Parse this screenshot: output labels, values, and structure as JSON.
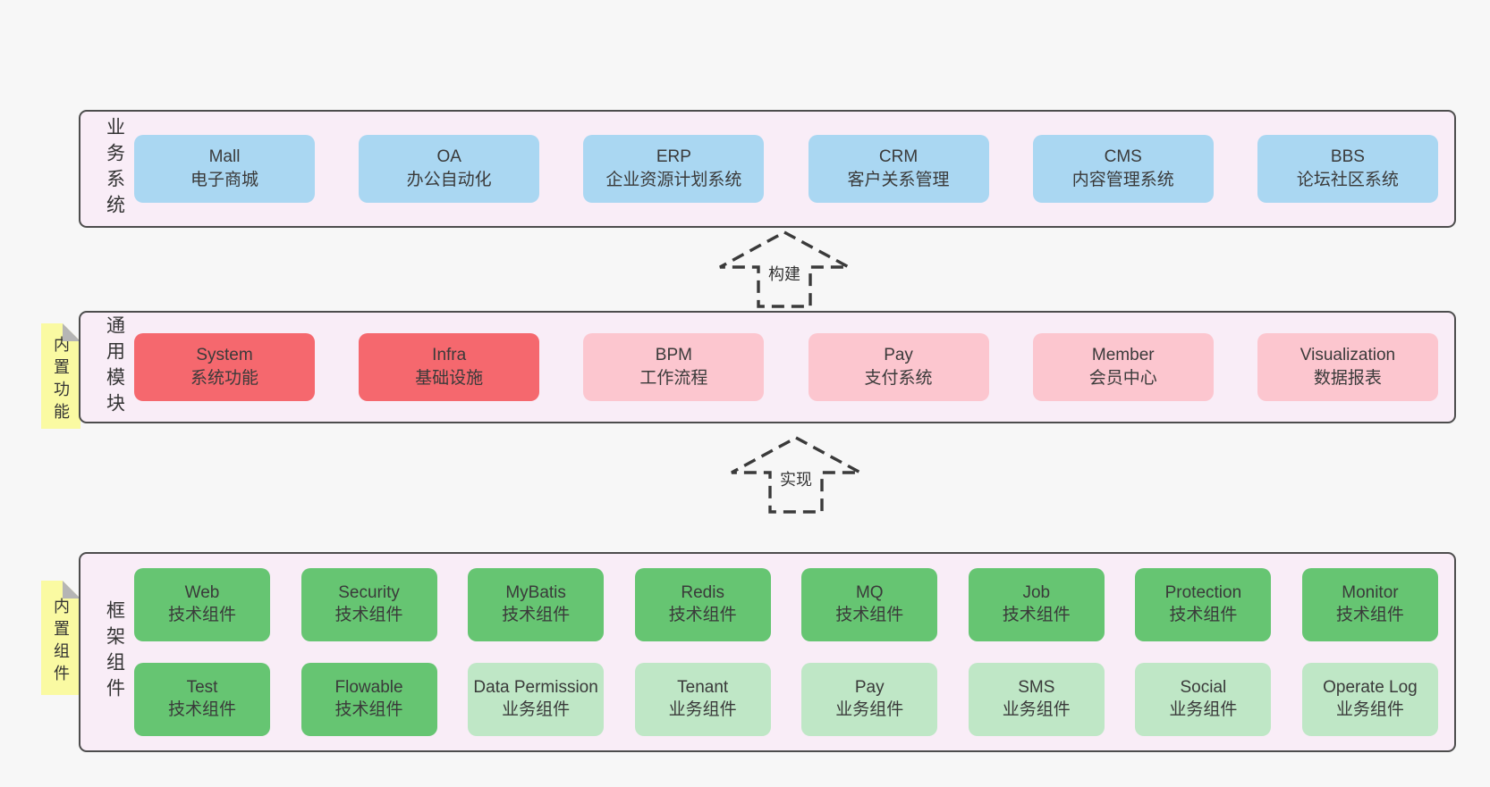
{
  "colors": {
    "page_bg": "#f7f7f7",
    "panel_bg": "#f9edf7",
    "panel_border": "#4d4d4d",
    "box_blue": "#aad7f2",
    "box_red": "#f5686e",
    "box_pink": "#fcc6cf",
    "box_green": "#66c572",
    "box_light_green": "#bfe7c6",
    "sticky_yellow": "#fafaa2",
    "sticky_fold_gray": "#b5b5b5",
    "text": "#3a3a3a"
  },
  "arrows": {
    "build": {
      "label": "构建"
    },
    "implement": {
      "label": "实现"
    }
  },
  "panels": {
    "business": {
      "title_vertical": "业务系统",
      "boxes": [
        {
          "name": "Mall",
          "desc": "电子商城",
          "variant": "blue"
        },
        {
          "name": "OA",
          "desc": "办公自动化",
          "variant": "blue"
        },
        {
          "name": "ERP",
          "desc": "企业资源计划系统",
          "variant": "blue"
        },
        {
          "name": "CRM",
          "desc": "客户关系管理",
          "variant": "blue"
        },
        {
          "name": "CMS",
          "desc": "内容管理系统",
          "variant": "blue"
        },
        {
          "name": "BBS",
          "desc": "论坛社区系统",
          "variant": "blue"
        }
      ]
    },
    "modules": {
      "title_vertical": "通用模块",
      "sticky_label": "内置功能",
      "boxes": [
        {
          "name": "System",
          "desc": "系统功能",
          "variant": "red"
        },
        {
          "name": "Infra",
          "desc": "基础设施",
          "variant": "red"
        },
        {
          "name": "BPM",
          "desc": "工作流程",
          "variant": "pink"
        },
        {
          "name": "Pay",
          "desc": "支付系统",
          "variant": "pink"
        },
        {
          "name": "Member",
          "desc": "会员中心",
          "variant": "pink"
        },
        {
          "name": "Visualization",
          "desc": "数据报表",
          "variant": "pink"
        }
      ]
    },
    "framework": {
      "title_vertical": "框架组件",
      "sticky_label": "内置组件",
      "row1": [
        {
          "name": "Web",
          "desc": "技术组件",
          "variant": "green"
        },
        {
          "name": "Security",
          "desc": "技术组件",
          "variant": "green"
        },
        {
          "name": "MyBatis",
          "desc": "技术组件",
          "variant": "green"
        },
        {
          "name": "Redis",
          "desc": "技术组件",
          "variant": "green"
        },
        {
          "name": "MQ",
          "desc": "技术组件",
          "variant": "green"
        },
        {
          "name": "Job",
          "desc": "技术组件",
          "variant": "green"
        },
        {
          "name": "Protection",
          "desc": "技术组件",
          "variant": "green"
        },
        {
          "name": "Monitor",
          "desc": "技术组件",
          "variant": "green"
        }
      ],
      "row2": [
        {
          "name": "Test",
          "desc": "技术组件",
          "variant": "green"
        },
        {
          "name": "Flowable",
          "desc": "技术组件",
          "variant": "green"
        },
        {
          "name": "Data Permission",
          "desc": "业务组件",
          "variant": "lightgreen"
        },
        {
          "name": "Tenant",
          "desc": "业务组件",
          "variant": "lightgreen"
        },
        {
          "name": "Pay",
          "desc": "业务组件",
          "variant": "lightgreen"
        },
        {
          "name": "SMS",
          "desc": "业务组件",
          "variant": "lightgreen"
        },
        {
          "name": "Social",
          "desc": "业务组件",
          "variant": "lightgreen"
        },
        {
          "name": "Operate Log",
          "desc": "业务组件",
          "variant": "lightgreen"
        }
      ]
    }
  }
}
